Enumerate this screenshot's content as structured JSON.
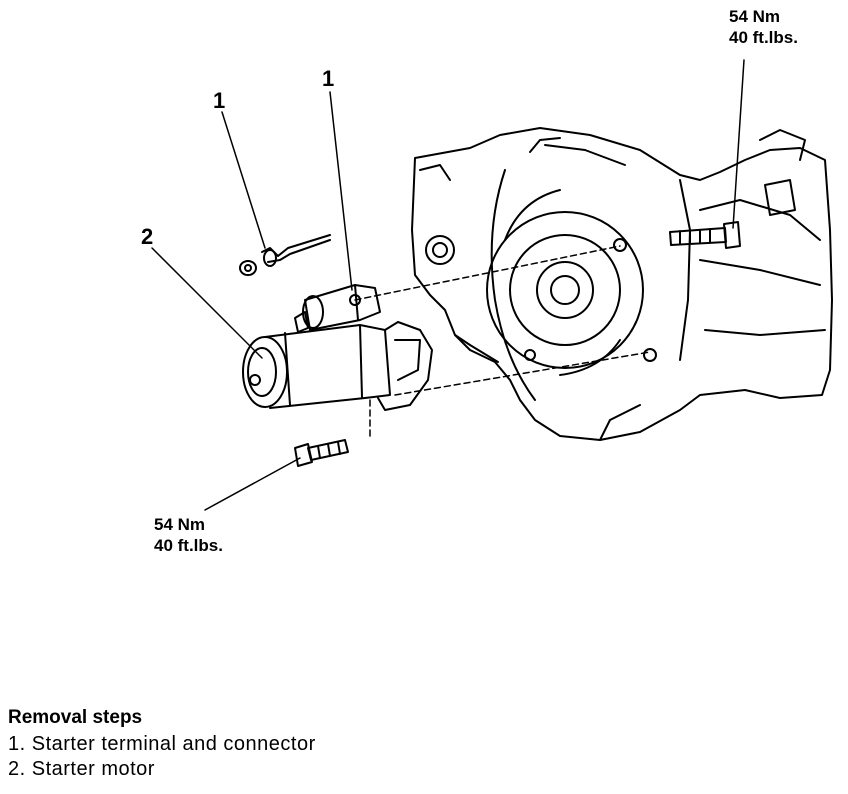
{
  "callouts": {
    "part1_left": "1",
    "part1_right": "1",
    "part2": "2"
  },
  "torque_top": {
    "nm": "54 Nm",
    "ftlbs": "40 ft.lbs."
  },
  "torque_bottom": {
    "nm": "54 Nm",
    "ftlbs": "40 ft.lbs."
  },
  "legend": {
    "title": "Removal steps",
    "items": [
      "1. Starter terminal and connector",
      "2. Starter motor"
    ]
  },
  "colors": {
    "ink": "#000000",
    "paper": "#ffffff"
  },
  "icons": [
    "starter-motor-illustration",
    "transaxle-illustration",
    "bolt-icon",
    "nut-icon",
    "terminal-lead-icon"
  ]
}
